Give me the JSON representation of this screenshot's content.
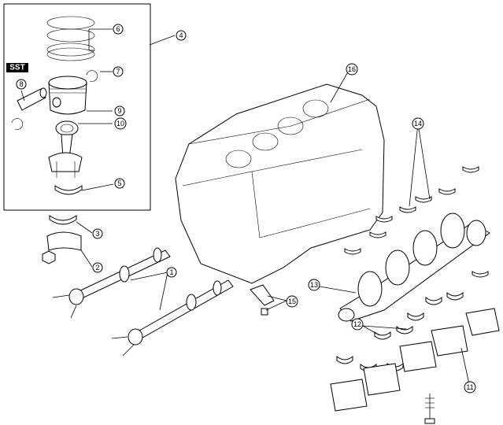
{
  "callouts": {
    "c1": "1",
    "c2": "2",
    "c3": "3",
    "c4": "4",
    "c5": "5",
    "c6": "6",
    "c7": "7",
    "c8": "8",
    "c9": "9",
    "c10": "10",
    "c11": "11",
    "c12": "12",
    "c13": "13",
    "c14": "14",
    "c15": "15",
    "c16": "16"
  },
  "sst_label": "SST"
}
